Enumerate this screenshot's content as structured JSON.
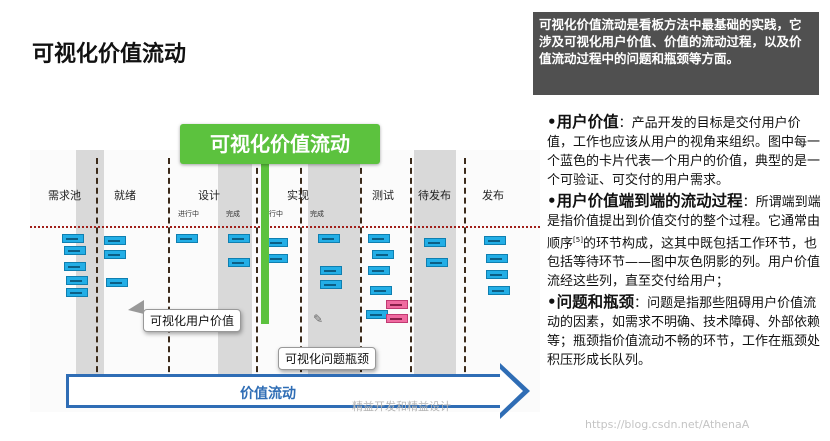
{
  "slide": {
    "title": "可视化价值流动"
  },
  "board": {
    "banner": "可视化价值流动",
    "columns": [
      "需求池",
      "就绪",
      "设计",
      "实现",
      "测试",
      "待发布",
      "发布"
    ],
    "sub_columns": {
      "in_progress": "进行中",
      "done": "完成"
    },
    "callout_user_value": "可视化用户价值",
    "callout_bottleneck": "可视化问题瓶颈",
    "flow_arrow_label": "价值流动",
    "watermark": "精益开发和精益设计"
  },
  "panel": {
    "summary": "可视化价值流动是看板方法中最基础的实践，它涉及可视化用户价值、价值的流动过程，以及价值流动过程中的问题和瓶颈等方面。",
    "points": [
      {
        "bullet": "•",
        "heading": "用户价值",
        "sep": "：",
        "body_before": "产品开发的目标是交付用户价值，工作也应该从用户的视角来组织。图中每一个蓝色的卡片代表一个用户的价值，典型的是一个可验证、可交付的用户需求。",
        "ref": "",
        "body_after": ""
      },
      {
        "bullet": "•",
        "heading": "用户价值端到端的流动过程",
        "sep": "：",
        "body_before": "所谓端到端是指价值提出到价值交付的整个过程。它通常由顺序",
        "ref": "[5]",
        "body_after": "的环节构成，这其中既包括工作环节，也包括等待环节——图中灰色阴影的列。用户价值流经这些列，直至交付给用户；"
      },
      {
        "bullet": "•",
        "heading": "问题和瓶颈",
        "sep": "：",
        "body_before": "问题是指那些阻碍用户价值流动的因素，如需求不明确、技术障碍、外部依赖等；瓶颈指价值流动不畅的环节，工作在瓶颈处积压形成长队列。",
        "ref": "",
        "body_after": ""
      }
    ]
  },
  "footer": {
    "blog_watermark": "https://blog.csdn.net/AthenaA"
  },
  "colors": {
    "banner": "#5cc23e",
    "card": "#23aee6",
    "blocked_card": "#f06aa0",
    "arrow": "#2f6db5",
    "summary_bg": "#505050"
  }
}
